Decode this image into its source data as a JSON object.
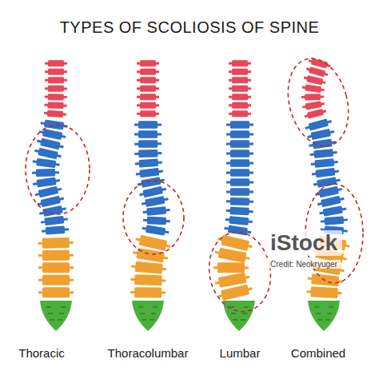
{
  "diagram": {
    "title": "TYPES OF SCOLIOSIS OF SPINE",
    "labels": [
      "Thoracic",
      "Thoracolumbar",
      "Lumbar",
      "Combined",
      "iStock",
      "Credit: Neokryuger"
    ]
  }
}
